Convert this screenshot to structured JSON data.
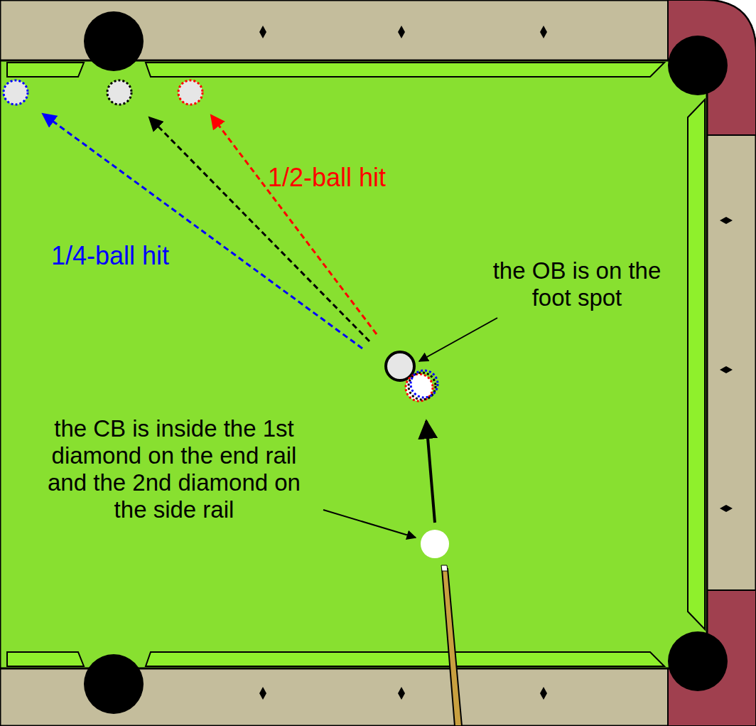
{
  "diagram": {
    "labels": [
      "1/2-ball hit",
      "1/4-ball hit",
      "the OB is on the foot spot",
      "the CB is inside the 1st diamond on the end rail and the 2nd diamond on the side rail"
    ]
  }
}
